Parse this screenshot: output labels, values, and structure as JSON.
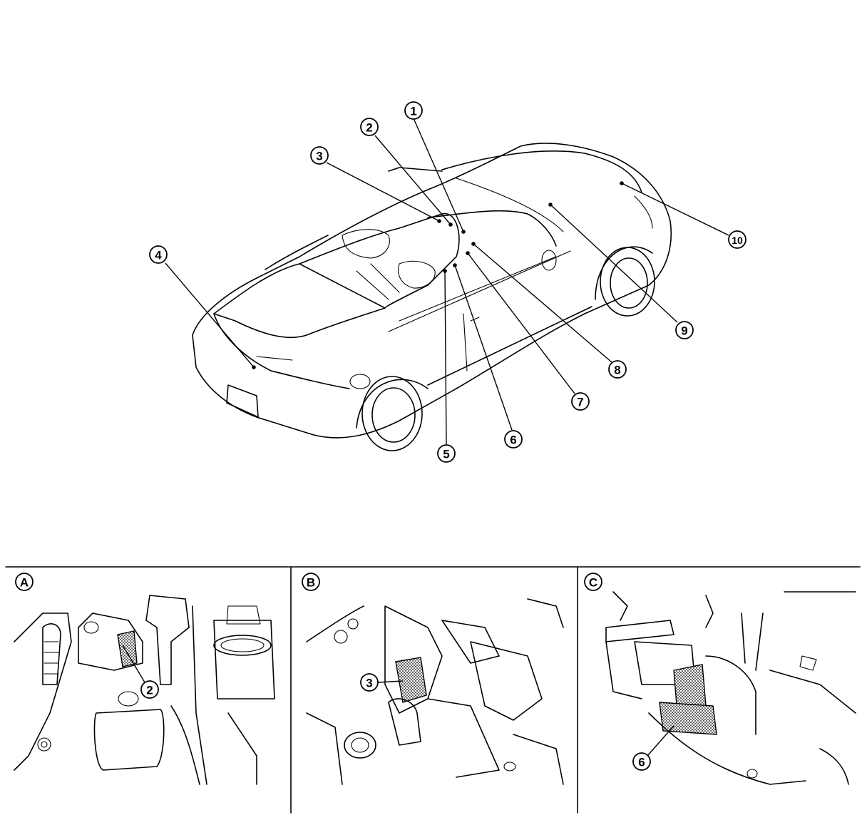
{
  "main_callouts": [
    {
      "id": "c1",
      "label": "1"
    },
    {
      "id": "c2",
      "label": "2"
    },
    {
      "id": "c3",
      "label": "3"
    },
    {
      "id": "c4",
      "label": "4"
    },
    {
      "id": "c5",
      "label": "5"
    },
    {
      "id": "c6",
      "label": "6"
    },
    {
      "id": "c7",
      "label": "7"
    },
    {
      "id": "c8",
      "label": "8"
    },
    {
      "id": "c9",
      "label": "9"
    },
    {
      "id": "c10",
      "label": "10"
    }
  ],
  "detail_panels": [
    {
      "letter": "A",
      "callout": "2"
    },
    {
      "letter": "B",
      "callout": "3"
    },
    {
      "letter": "C",
      "callout": "6"
    }
  ]
}
